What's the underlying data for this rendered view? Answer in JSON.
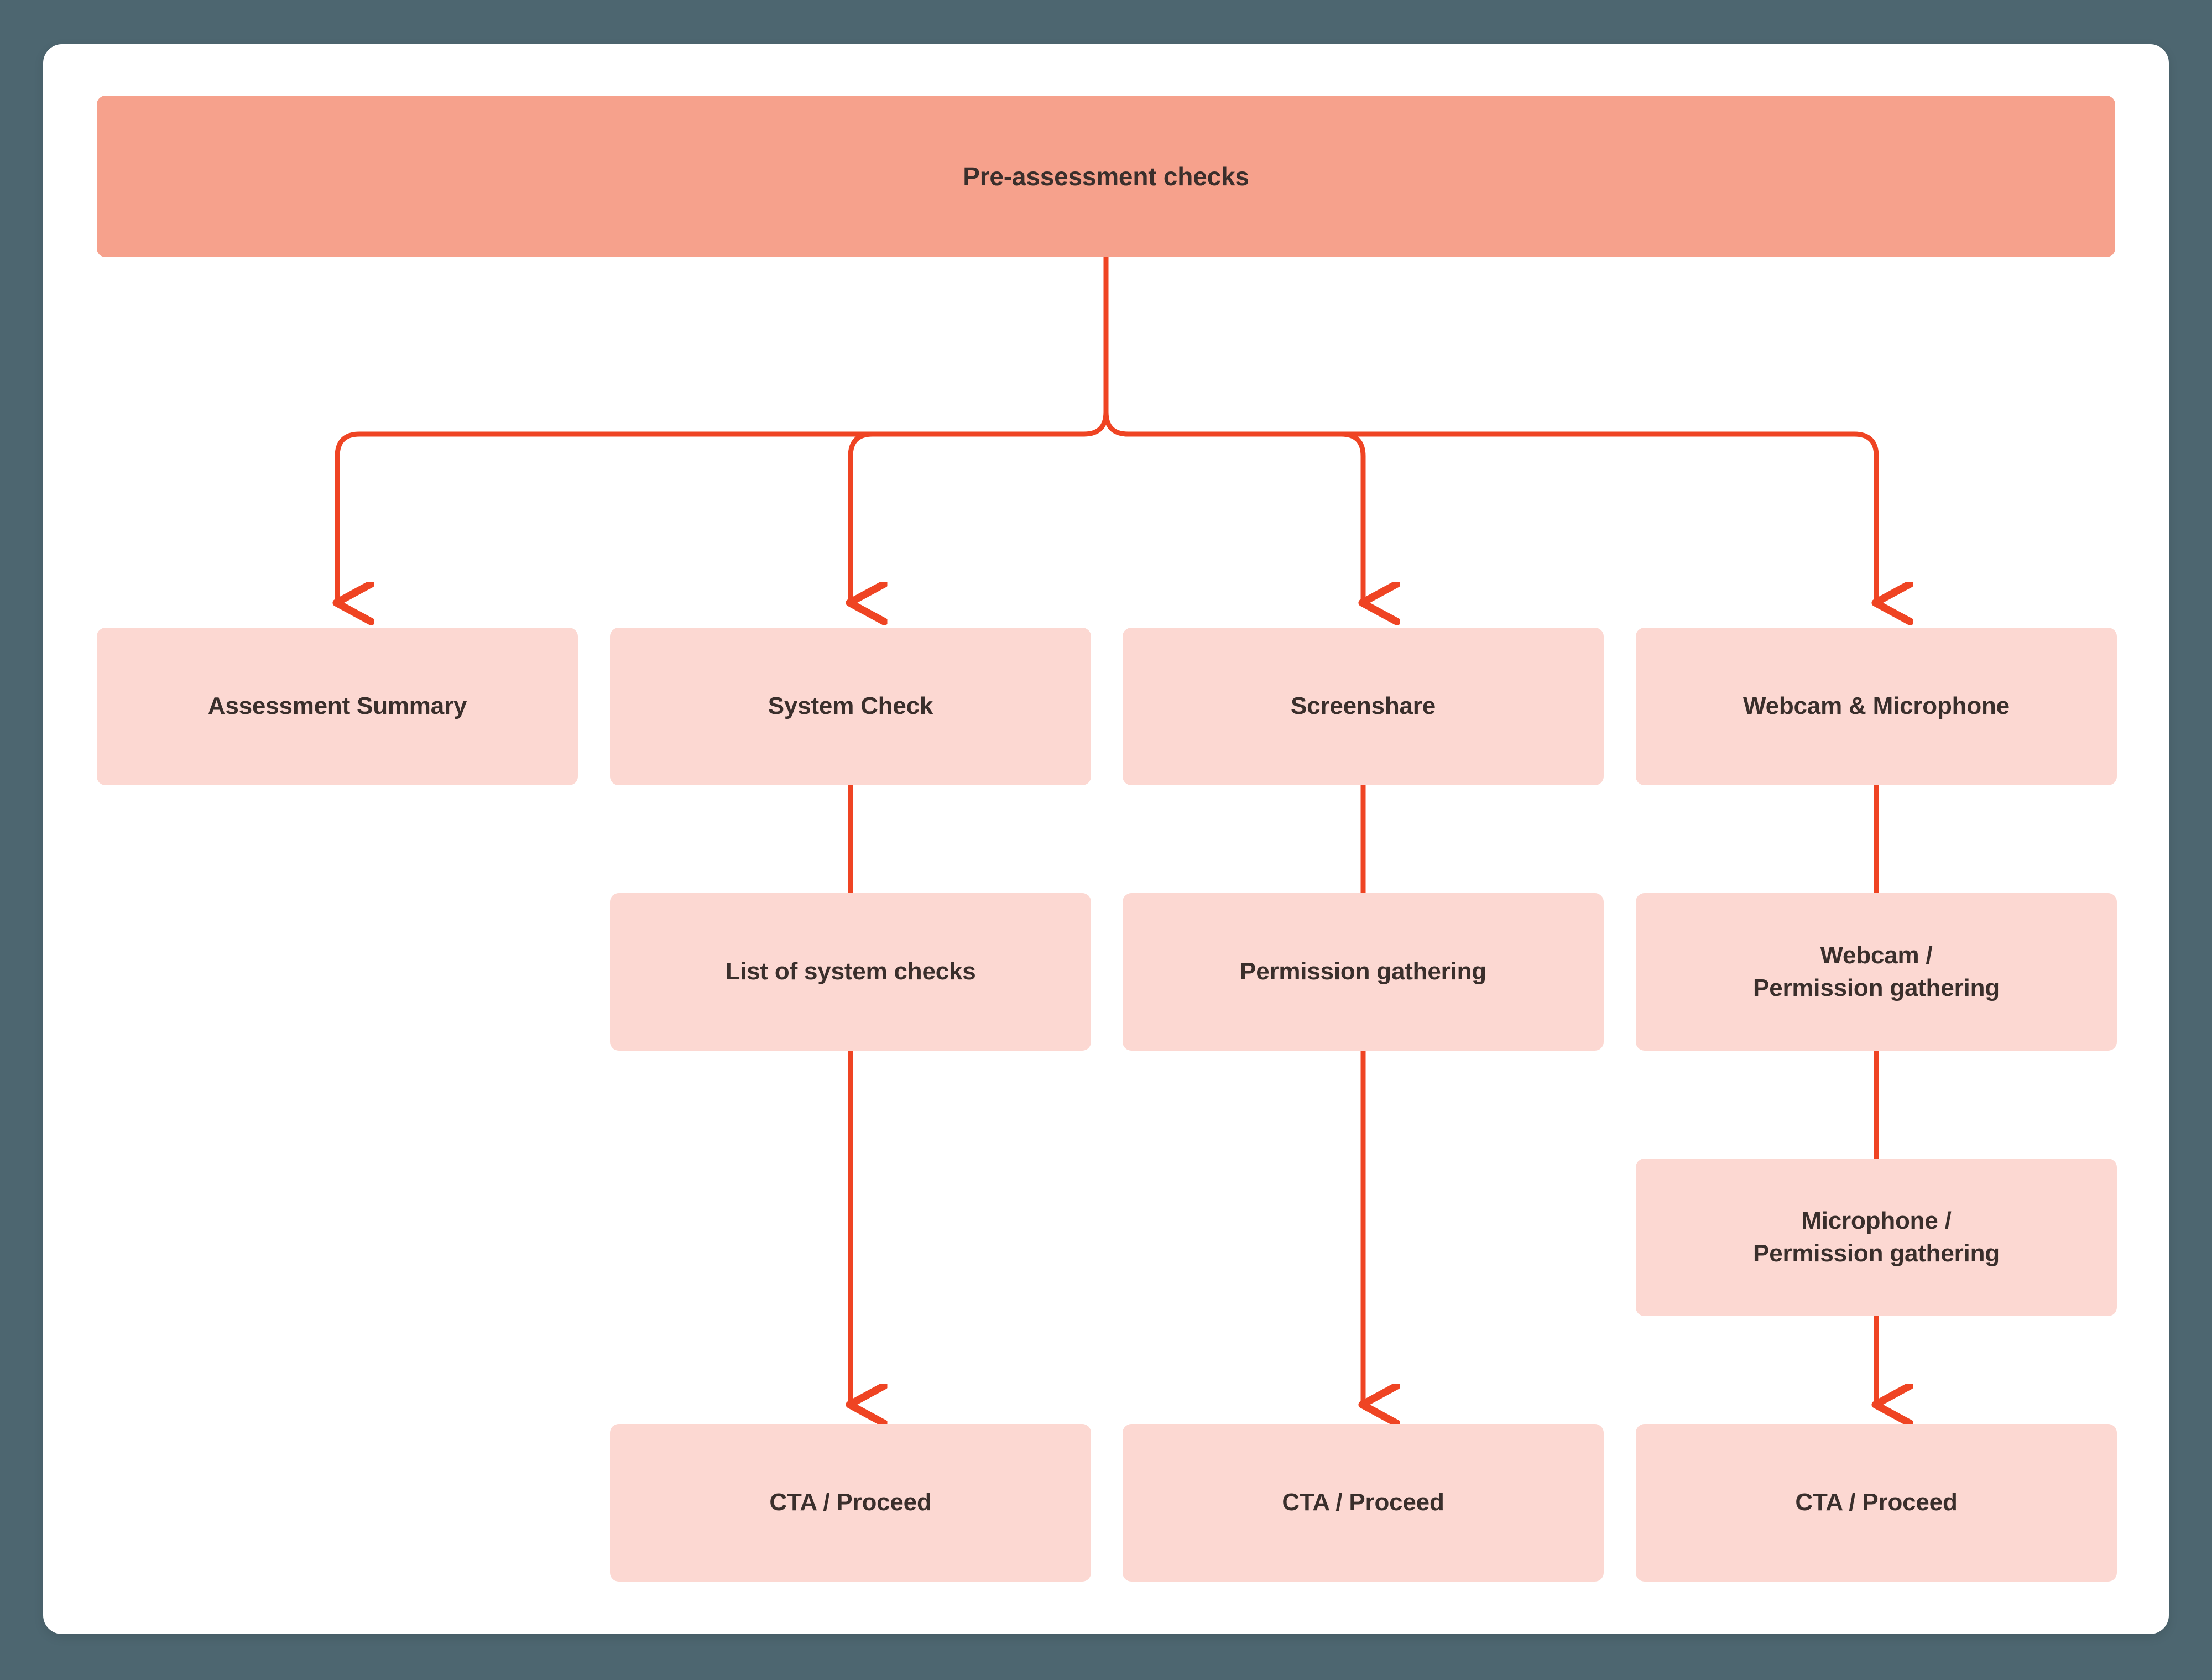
{
  "canvas": {
    "background_color": "#4d6670",
    "card_background_color": "#ffffff"
  },
  "palette": {
    "root_node_fill": "#f6a18c",
    "child_node_fill": "#fcd8d2",
    "connector_color": "#ef4423",
    "node_text_color": "#3a2f2c"
  },
  "diagram": {
    "type": "flowchart",
    "orientation": "top-down",
    "root": {
      "id": "pre-assessment-checks",
      "label": "Pre-assessment checks"
    },
    "columns": [
      {
        "id": "assessment-summary",
        "steps": [
          {
            "id": "assessment-summary",
            "label": "Assessment Summary"
          }
        ]
      },
      {
        "id": "system-check",
        "steps": [
          {
            "id": "system-check",
            "label": "System Check"
          },
          {
            "id": "list-of-system-checks",
            "label": "List of system checks"
          },
          {
            "id": "cta-proceed-system-check",
            "label": "CTA / Proceed"
          }
        ]
      },
      {
        "id": "screenshare",
        "steps": [
          {
            "id": "screenshare",
            "label": "Screenshare"
          },
          {
            "id": "permission-gathering-screenshare",
            "label": "Permission gathering"
          },
          {
            "id": "cta-proceed-screenshare",
            "label": "CTA / Proceed"
          }
        ]
      },
      {
        "id": "webcam-microphone",
        "steps": [
          {
            "id": "webcam-microphone",
            "label": "Webcam & Microphone"
          },
          {
            "id": "webcam-permission-gathering",
            "label": "Webcam /\nPermission gathering"
          },
          {
            "id": "microphone-permission-gathering",
            "label": "Microphone /\nPermission gathering"
          },
          {
            "id": "cta-proceed-webcam-microphone",
            "label": "CTA / Proceed"
          }
        ]
      }
    ],
    "edges": [
      {
        "from": "pre-assessment-checks",
        "to": "assessment-summary",
        "arrow": true
      },
      {
        "from": "pre-assessment-checks",
        "to": "system-check",
        "arrow": true
      },
      {
        "from": "pre-assessment-checks",
        "to": "screenshare",
        "arrow": true
      },
      {
        "from": "pre-assessment-checks",
        "to": "webcam-microphone",
        "arrow": true
      },
      {
        "from": "system-check",
        "to": "list-of-system-checks",
        "arrow": false
      },
      {
        "from": "list-of-system-checks",
        "to": "cta-proceed-system-check",
        "arrow": true
      },
      {
        "from": "screenshare",
        "to": "permission-gathering-screenshare",
        "arrow": false
      },
      {
        "from": "permission-gathering-screenshare",
        "to": "cta-proceed-screenshare",
        "arrow": true
      },
      {
        "from": "webcam-microphone",
        "to": "webcam-permission-gathering",
        "arrow": false
      },
      {
        "from": "webcam-permission-gathering",
        "to": "microphone-permission-gathering",
        "arrow": false
      },
      {
        "from": "microphone-permission-gathering",
        "to": "cta-proceed-webcam-microphone",
        "arrow": true
      }
    ]
  }
}
